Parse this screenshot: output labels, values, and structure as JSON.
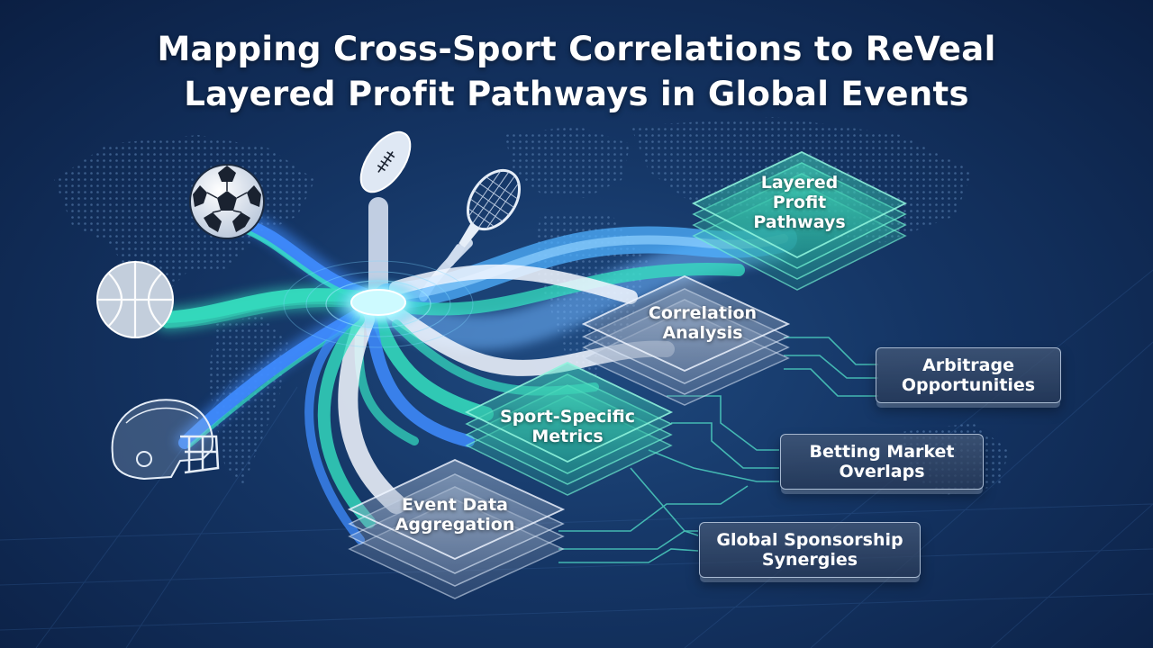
{
  "title": {
    "line1": "Mapping Cross-Sport Correlations to ReVeal",
    "line2": "Layered Profit Pathways in Global Events"
  },
  "sports": [
    {
      "name": "soccer-ball-icon"
    },
    {
      "name": "basketball-icon"
    },
    {
      "name": "football-helmet-icon"
    },
    {
      "name": "american-football-icon"
    },
    {
      "name": "tennis-racket-icon"
    }
  ],
  "stacks": {
    "event_data": {
      "line1": "Event Data",
      "line2": "Aggregation"
    },
    "sport_metrics": {
      "line1": "Sport-Specific",
      "line2": "Metrics"
    },
    "correlation": {
      "line1": "Correlation",
      "line2": "Analysis"
    },
    "profit": {
      "line1": "Layered",
      "line2": "Profit",
      "line3": "Pathways"
    }
  },
  "outputs": {
    "arbitrage": {
      "line1": "Arbitrage",
      "line2": "Opportunities"
    },
    "betting": {
      "line1": "Betting Market",
      "line2": "Overlaps"
    },
    "sponsorship": {
      "line1": "Global Sponsorship",
      "line2": "Synergies"
    }
  },
  "colors": {
    "background": "#143463",
    "teal": "#35e0c0",
    "blue": "#3f8cff",
    "white_stream": "#eef4ff",
    "panel_teal": "#3fd6b0"
  }
}
